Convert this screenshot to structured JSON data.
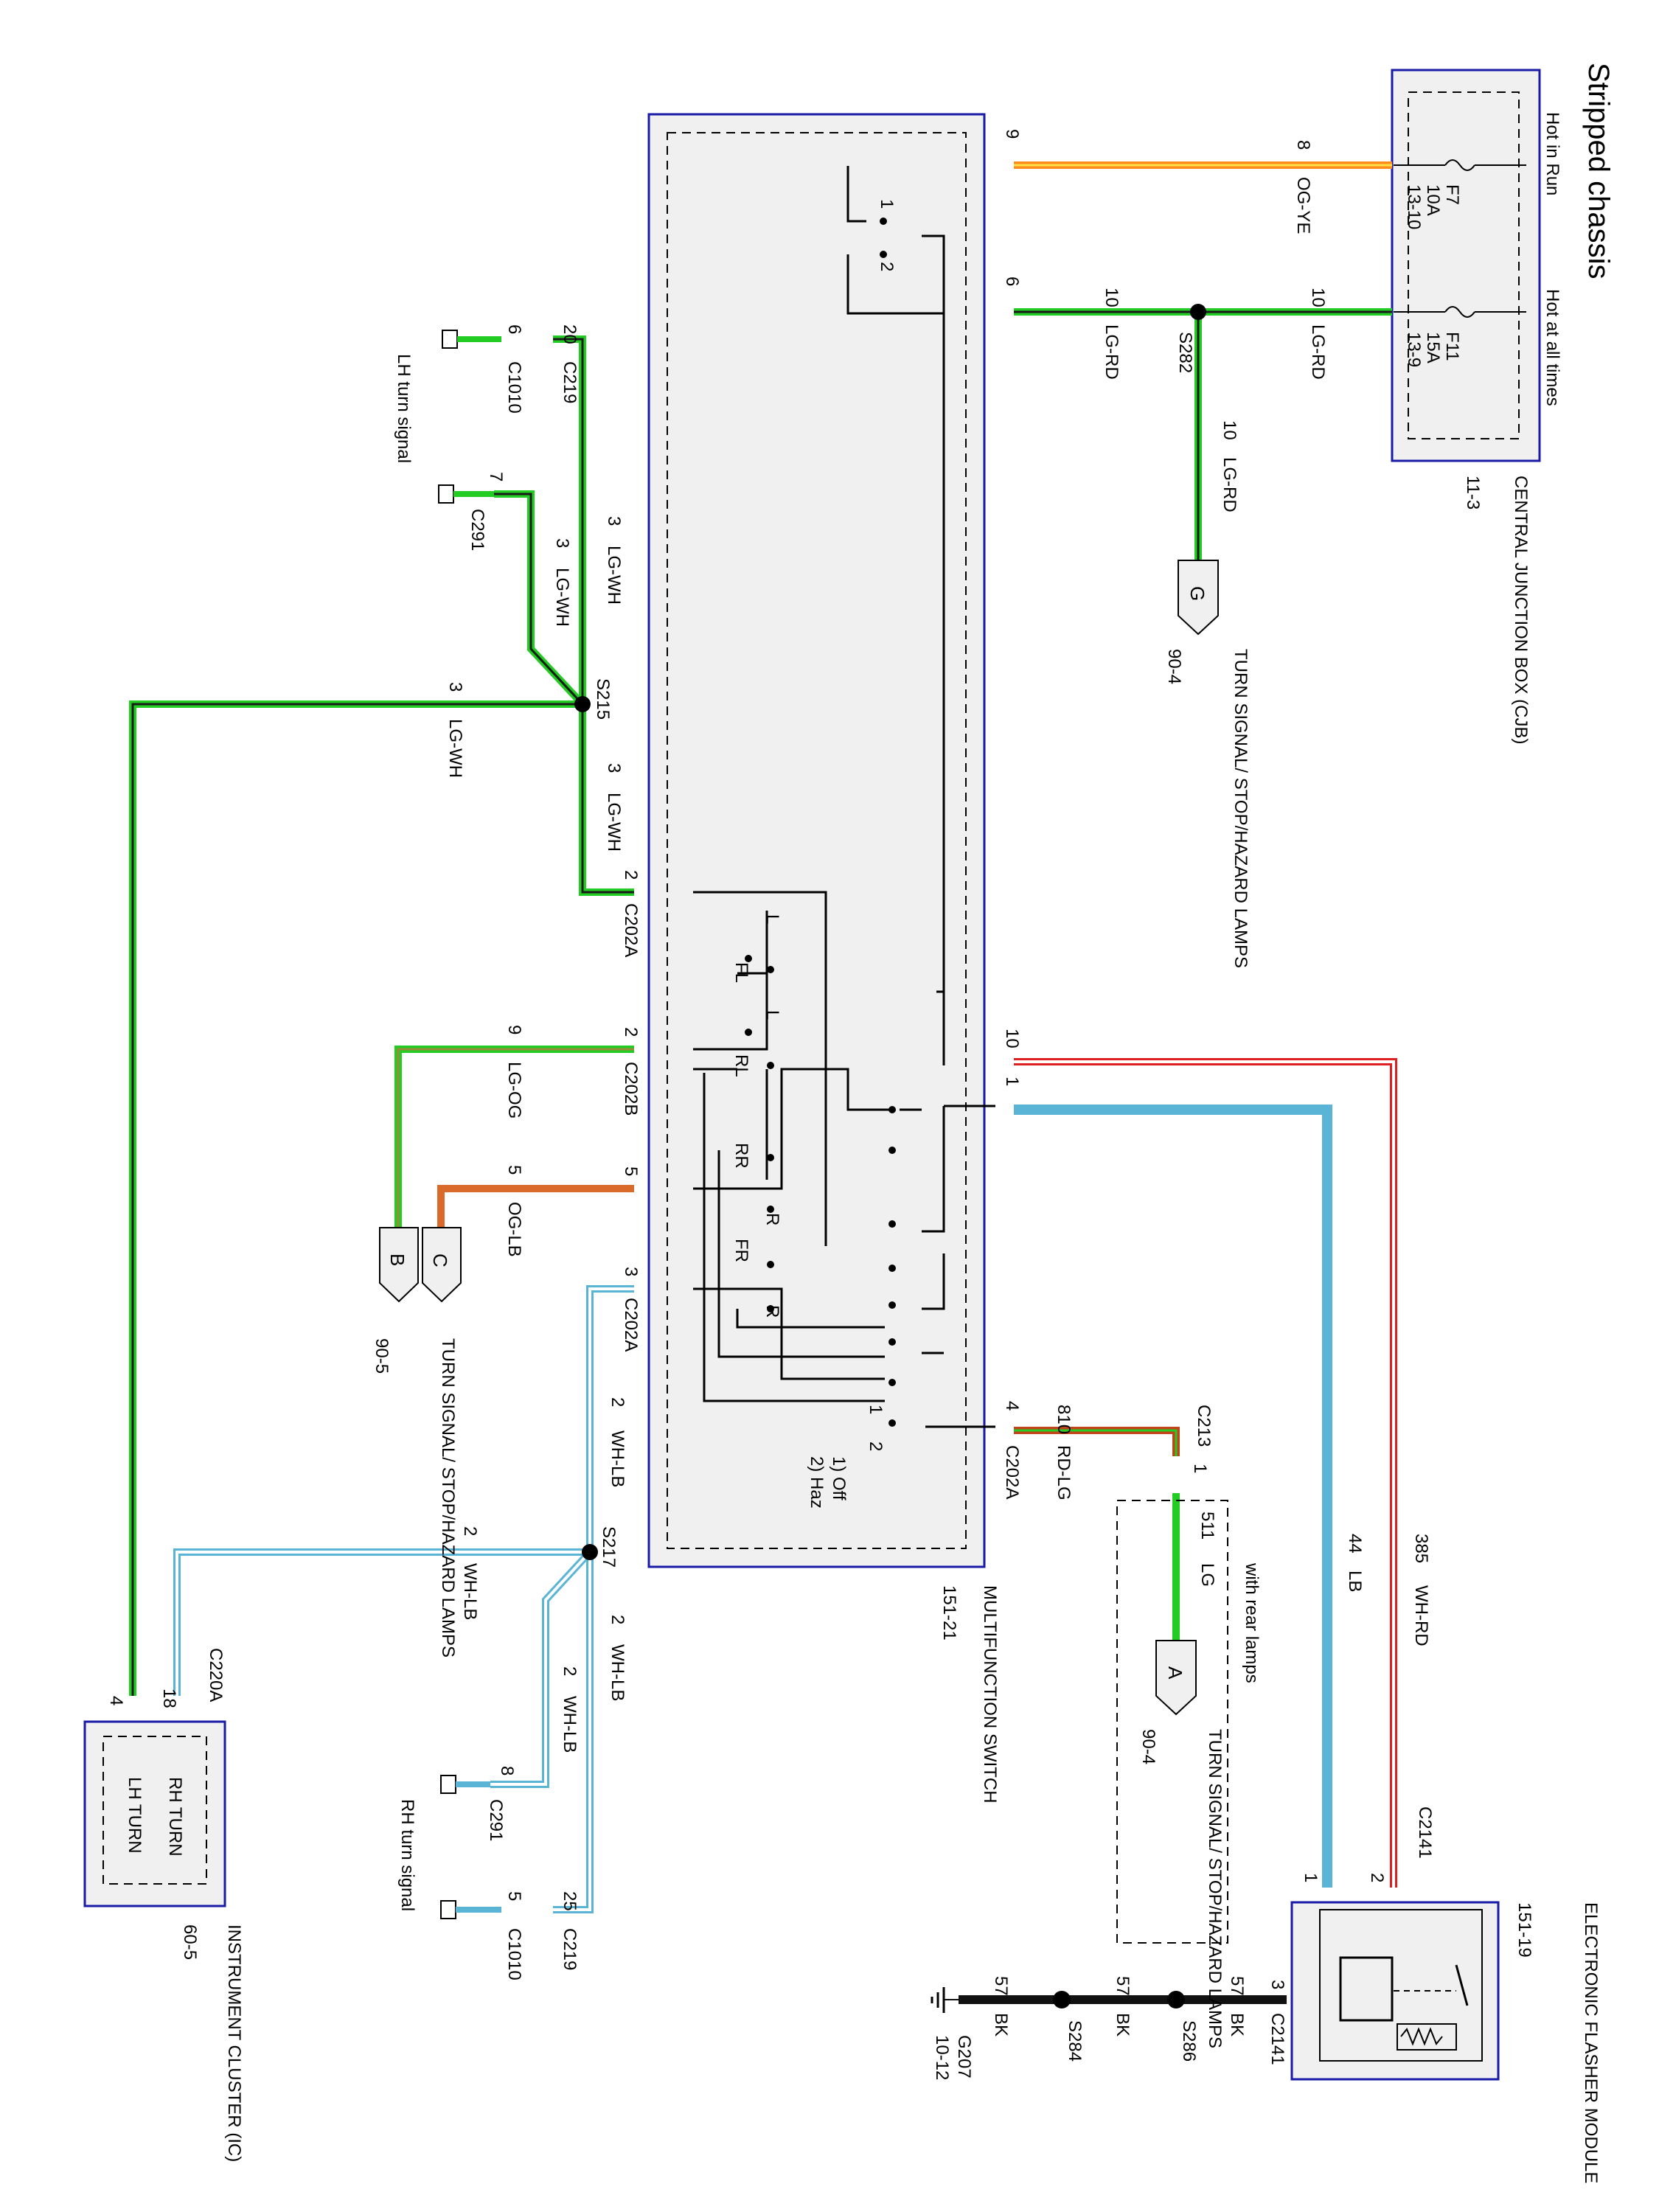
{
  "title": "Stripped chassis",
  "cjb": {
    "name": "CENTRAL JUNCTION BOX (CJB)",
    "ref": "11-3",
    "hot_run": "Hot in Run",
    "hot_all": "Hot at all times",
    "f7": {
      "name": "F7",
      "amp": "10A",
      "ref": "13-10"
    },
    "f11": {
      "name": "F11",
      "amp": "15A",
      "ref": "13-9"
    }
  },
  "multifunction": {
    "name": "MULTIFUNCTION SWITCH",
    "ref": "151-21",
    "note1": "1) Off",
    "note2": "2) Haz",
    "pins": {
      "p9": "9",
      "p6": "6",
      "p10": "10",
      "p1": "1",
      "p4": "4",
      "p2a": "2",
      "p2b": "2",
      "p5": "5",
      "p3": "3"
    },
    "conn_c202a_top": "C202A",
    "conn_c202b": "C202B",
    "conn_c202a_bot": "C202A",
    "conn_c202a_right": "C202A",
    "switch_labels": [
      "FL",
      "RL",
      "RR",
      "FR",
      "L",
      "L",
      "R",
      "R"
    ],
    "contact_1": "1",
    "contact_2": "2"
  },
  "wires": {
    "og_ye": {
      "circuit": "8",
      "color": "OG-YE"
    },
    "lg_rd_a": {
      "circuit": "10",
      "color": "LG-RD"
    },
    "lg_rd_b": {
      "circuit": "10",
      "color": "LG-RD"
    },
    "lg_rd_c": {
      "circuit": "10",
      "color": "LG-RD"
    },
    "wh_rd": {
      "circuit": "385",
      "color": "WH-RD"
    },
    "lb": {
      "circuit": "44",
      "color": "LB"
    },
    "rd_lg": {
      "circuit": "810",
      "color": "RD-LG"
    },
    "lg_511": {
      "circuit": "511",
      "color": "LG"
    },
    "lg_og": {
      "circuit": "9",
      "color": "LG-OG"
    },
    "og_lb": {
      "circuit": "5",
      "color": "OG-LB"
    },
    "lg_wh_a": {
      "circuit": "3",
      "color": "LG-WH"
    },
    "lg_wh_b": {
      "circuit": "3",
      "color": "LG-WH"
    },
    "lg_wh_c": {
      "circuit": "3",
      "color": "LG-WH"
    },
    "lg_wh_d": {
      "circuit": "3",
      "color": "LG-WH"
    },
    "wh_lb_a": {
      "circuit": "2",
      "color": "WH-LB"
    },
    "wh_lb_b": {
      "circuit": "2",
      "color": "WH-LB"
    },
    "wh_lb_c": {
      "circuit": "2",
      "color": "WH-LB"
    },
    "wh_lb_d": {
      "circuit": "2",
      "color": "WH-LB"
    },
    "bk_a": {
      "circuit": "57",
      "color": "BK"
    },
    "bk_b": {
      "circuit": "57",
      "color": "BK"
    },
    "bk_c": {
      "circuit": "57",
      "color": "BK"
    }
  },
  "splices": {
    "s282": "S282",
    "s215": "S215",
    "s217": "S217",
    "s286": "S286",
    "s284": "S284"
  },
  "connectors": {
    "c219_top": "C219",
    "c219_top_pin": "20",
    "c1010_top": "C1010",
    "c1010_top_pin": "6",
    "c291_top": "C291",
    "c291_top_pin": "7",
    "c219_bot": "C219",
    "c219_bot_pin": "25",
    "c1010_bot": "C1010",
    "c1010_bot_pin": "5",
    "c291_bot": "C291",
    "c291_bot_pin": "8",
    "c220a": "C220A",
    "c220a_pin18": "18",
    "c220a_pin4": "4",
    "c213": "C213",
    "c213_pin": "1",
    "c2141_top": "C2141",
    "c2141_pin1": "1",
    "c2141_pin2": "2",
    "c2141_side": "C2141",
    "c2141_pin3": "3"
  },
  "lh_turn_signal": "LH turn signal",
  "rh_turn_signal": "RH turn signal",
  "lamps_g": {
    "letter": "G",
    "name": "TURN SIGNAL/ STOP/HAZARD LAMPS",
    "ref": "90-4"
  },
  "lamps_bc": {
    "letter_b": "B",
    "letter_c": "C",
    "name": "TURN SIGNAL/ STOP/HAZARD LAMPS",
    "ref": "90-5"
  },
  "lamps_a": {
    "letter": "A",
    "name": "TURN SIGNAL/ STOP/HAZARD LAMPS",
    "ref": "90-4",
    "note": "with rear lamps"
  },
  "cluster": {
    "name": "INSTRUMENT CLUSTER (IC)",
    "ref": "60-5",
    "rh": "RH TURN",
    "lh": "LH TURN"
  },
  "flasher": {
    "name": "ELECTRONIC FLASHER MODULE",
    "ref": "151-19"
  },
  "ground": {
    "name": "G207",
    "ref": "10-12"
  },
  "colors": {
    "lg": "#22cc22",
    "og": "#ff8c1a",
    "lb": "#5ab4d6",
    "wh": "#ffffff",
    "rd": "#e02020",
    "bk": "#111111",
    "box": "#1a1aa8"
  }
}
